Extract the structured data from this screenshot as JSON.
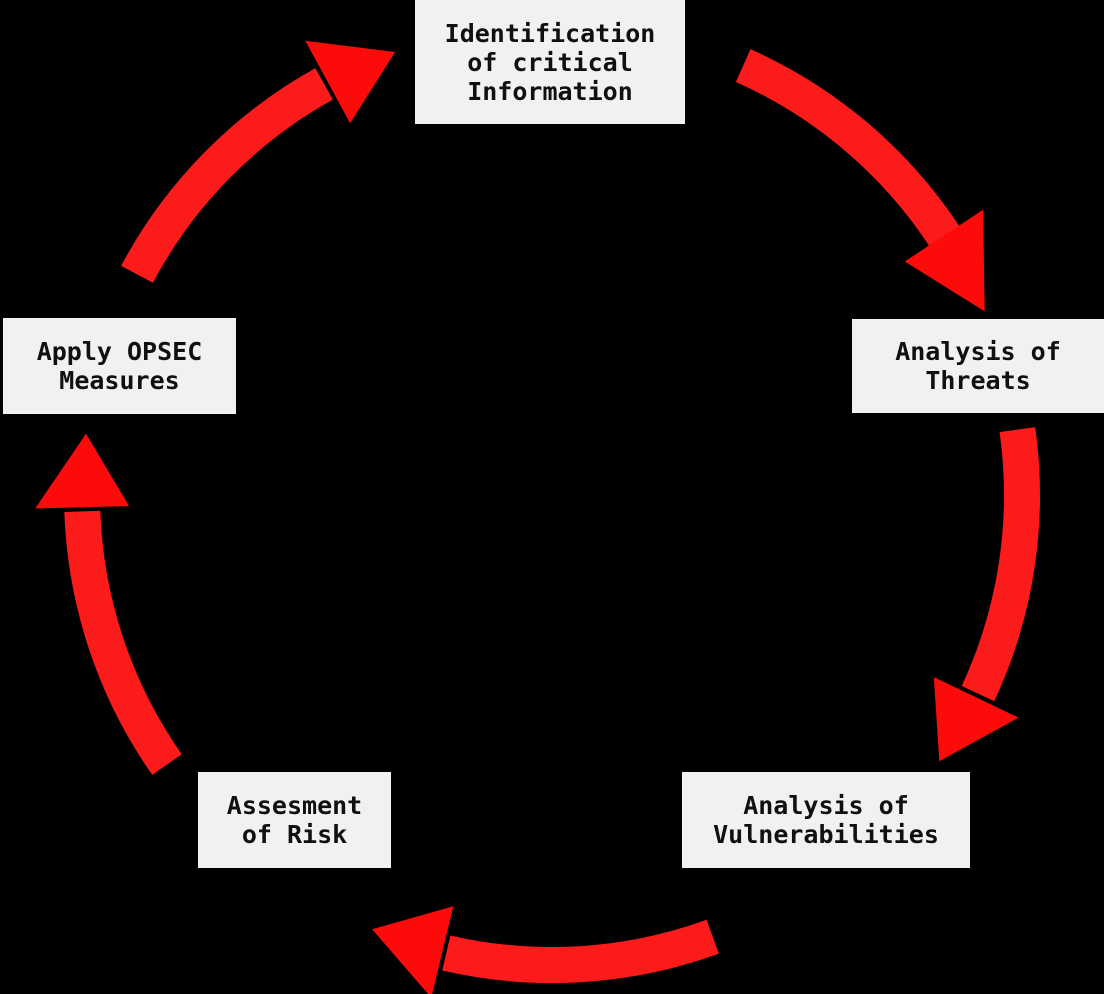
{
  "diagram": {
    "background_color": "#000000",
    "arrow_color": "#fb1b1b",
    "arrowhead_color": "#fd0b0b",
    "box_background_color": "#f1f1f1",
    "box_text_color": "#101010",
    "steps": [
      {
        "label": "Identification\nof critical\nInformation"
      },
      {
        "label": "Analysis of\nThreats"
      },
      {
        "label": "Analysis of\nVulnerabilities"
      },
      {
        "label": "Assesment\nof Risk"
      },
      {
        "label": "Apply OPSEC\nMeasures"
      }
    ],
    "flow": [
      {
        "from": "Identification of critical Information",
        "to": "Analysis of Threats"
      },
      {
        "from": "Analysis of Threats",
        "to": "Analysis of Vulnerabilities"
      },
      {
        "from": "Analysis of Vulnerabilities",
        "to": "Assesment of Risk"
      },
      {
        "from": "Assesment of Risk",
        "to": "Apply OPSEC Measures"
      },
      {
        "from": "Apply OPSEC Measures",
        "to": "Identification of critical Information"
      }
    ]
  }
}
